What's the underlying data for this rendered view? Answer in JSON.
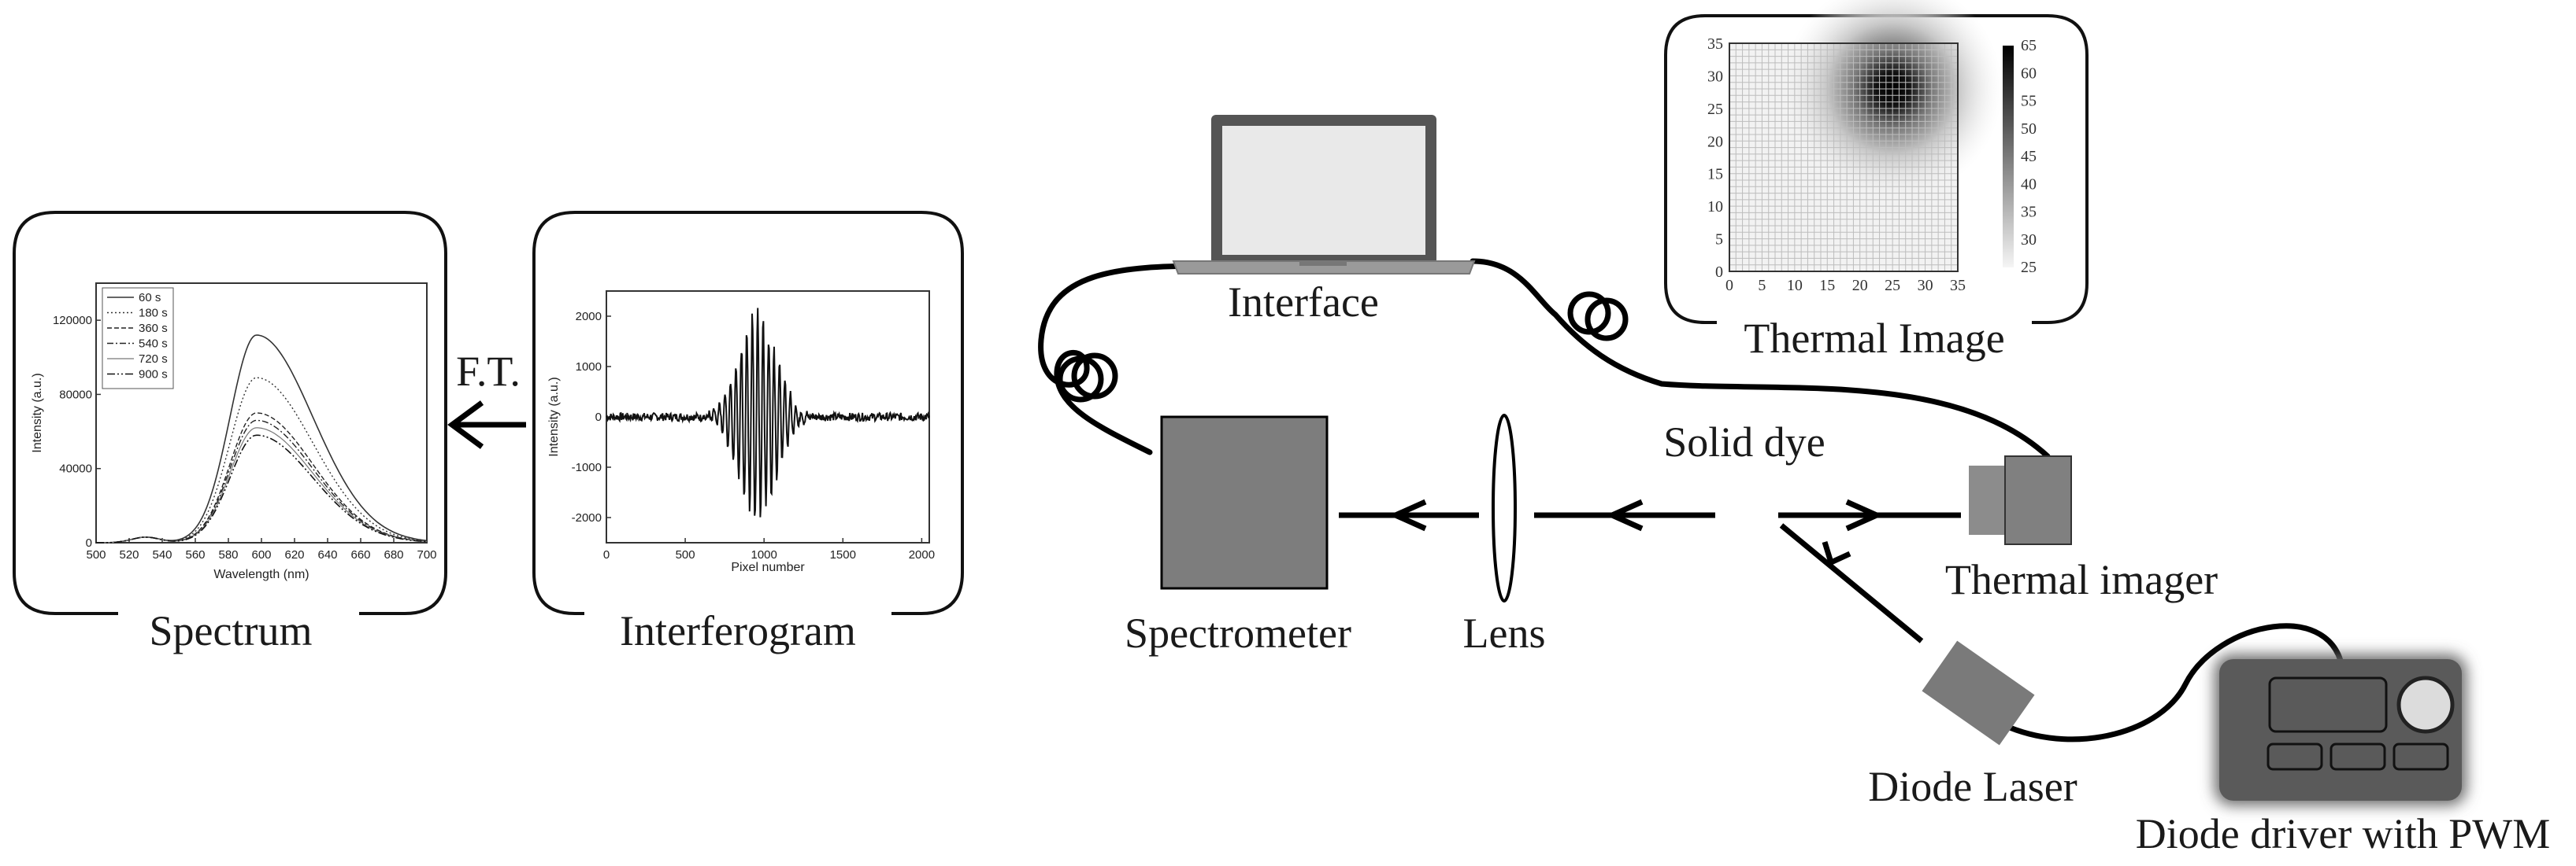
{
  "labels": {
    "spectrum": "Spectrum",
    "interferogram": "Interferogram",
    "ft": "F.T.",
    "interface": "Interface",
    "thermal_image": "Thermal Image",
    "solid_dye": "Solid dye",
    "spectrometer": "Spectrometer",
    "lens": "Lens",
    "thermal_imager": "Thermal imager",
    "diode_laser": "Diode Laser",
    "diode_driver": "Diode driver with PWM"
  },
  "chart_data": [
    {
      "type": "line",
      "xlabel": "Wavelength (nm)",
      "ylabel": "Intensity (a.u.)",
      "xlim": [
        500,
        700
      ],
      "ylim": [
        0,
        140000
      ],
      "xticks": [
        500,
        520,
        540,
        560,
        580,
        600,
        620,
        640,
        660,
        680,
        700
      ],
      "yticks": [
        0,
        40000,
        80000,
        120000
      ],
      "legend_position": "top-left",
      "series": [
        {
          "name": "60 s",
          "peak_x": 597,
          "peak_y": 112000
        },
        {
          "name": "180 s",
          "peak_x": 597,
          "peak_y": 89000
        },
        {
          "name": "360 s",
          "peak_x": 597,
          "peak_y": 70000
        },
        {
          "name": "540 s",
          "peak_x": 597,
          "peak_y": 66000
        },
        {
          "name": "720 s",
          "peak_x": 597,
          "peak_y": 62000
        },
        {
          "name": "900 s",
          "peak_x": 597,
          "peak_y": 58000
        }
      ]
    },
    {
      "type": "line",
      "xlabel": "Pixel number",
      "ylabel": "Intensity (a.u.)",
      "xlim": [
        0,
        2048
      ],
      "ylim": [
        -2500,
        2500
      ],
      "xticks": [
        0,
        500,
        1000,
        1500,
        2000
      ],
      "yticks": [
        -2000,
        -1000,
        0,
        1000,
        2000
      ],
      "series": [
        {
          "center_x": 960,
          "peak_amplitude": 2000,
          "envelope_width": 120
        }
      ]
    },
    {
      "type": "heatmap",
      "xlim": [
        0,
        35
      ],
      "ylim": [
        0,
        35
      ],
      "xticks": [
        0,
        5,
        10,
        15,
        20,
        25,
        30,
        35
      ],
      "yticks": [
        0,
        5,
        10,
        15,
        20,
        25,
        30,
        35
      ],
      "colorbar_ticks": [
        25,
        30,
        35,
        40,
        45,
        50,
        55,
        60,
        65
      ],
      "colorbar_range": [
        25,
        65
      ],
      "hotspot": {
        "x": 25,
        "y": 28,
        "value": 65
      },
      "ambient_value": 25
    }
  ]
}
